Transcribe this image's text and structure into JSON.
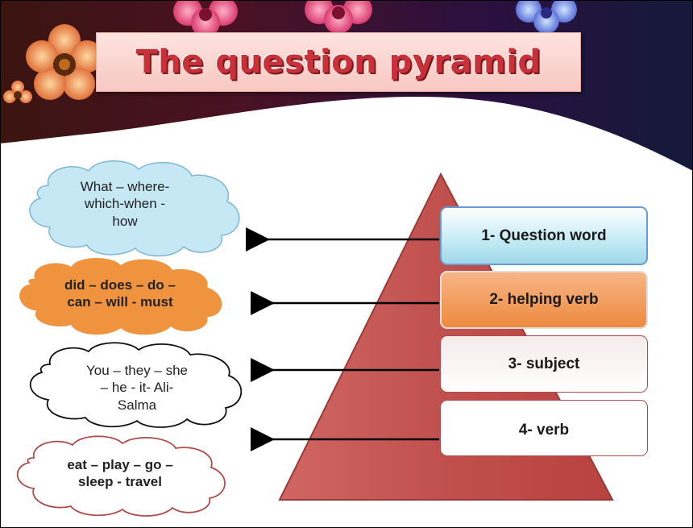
{
  "title": "The question pyramid",
  "colors": {
    "header_dark": "#2a0f14",
    "title_text": "#c8303a",
    "pyramid": "#c0504d",
    "question_word_box": "#b7e3f1",
    "helping_verb_box": "#ef8c40",
    "arrow": "#000000"
  },
  "steps": [
    {
      "label": "1- Question word"
    },
    {
      "label": "2- helping verb"
    },
    {
      "label": "3- subject"
    },
    {
      "label": "4-  verb"
    }
  ],
  "examples": [
    {
      "line1": "What – where-",
      "line2": "which-when -",
      "line3": "how",
      "color": "#c6e8f5"
    },
    {
      "line1": "did – does – do –",
      "line2": "can – will - must",
      "color": "#f0933f"
    },
    {
      "line1": "You – they – she",
      "line2": "– he - it- Ali-",
      "line3": "Salma",
      "color": "#ffffff"
    },
    {
      "line1": "eat – play – go –",
      "line2": "sleep - travel",
      "color": "#ffffff"
    }
  ]
}
